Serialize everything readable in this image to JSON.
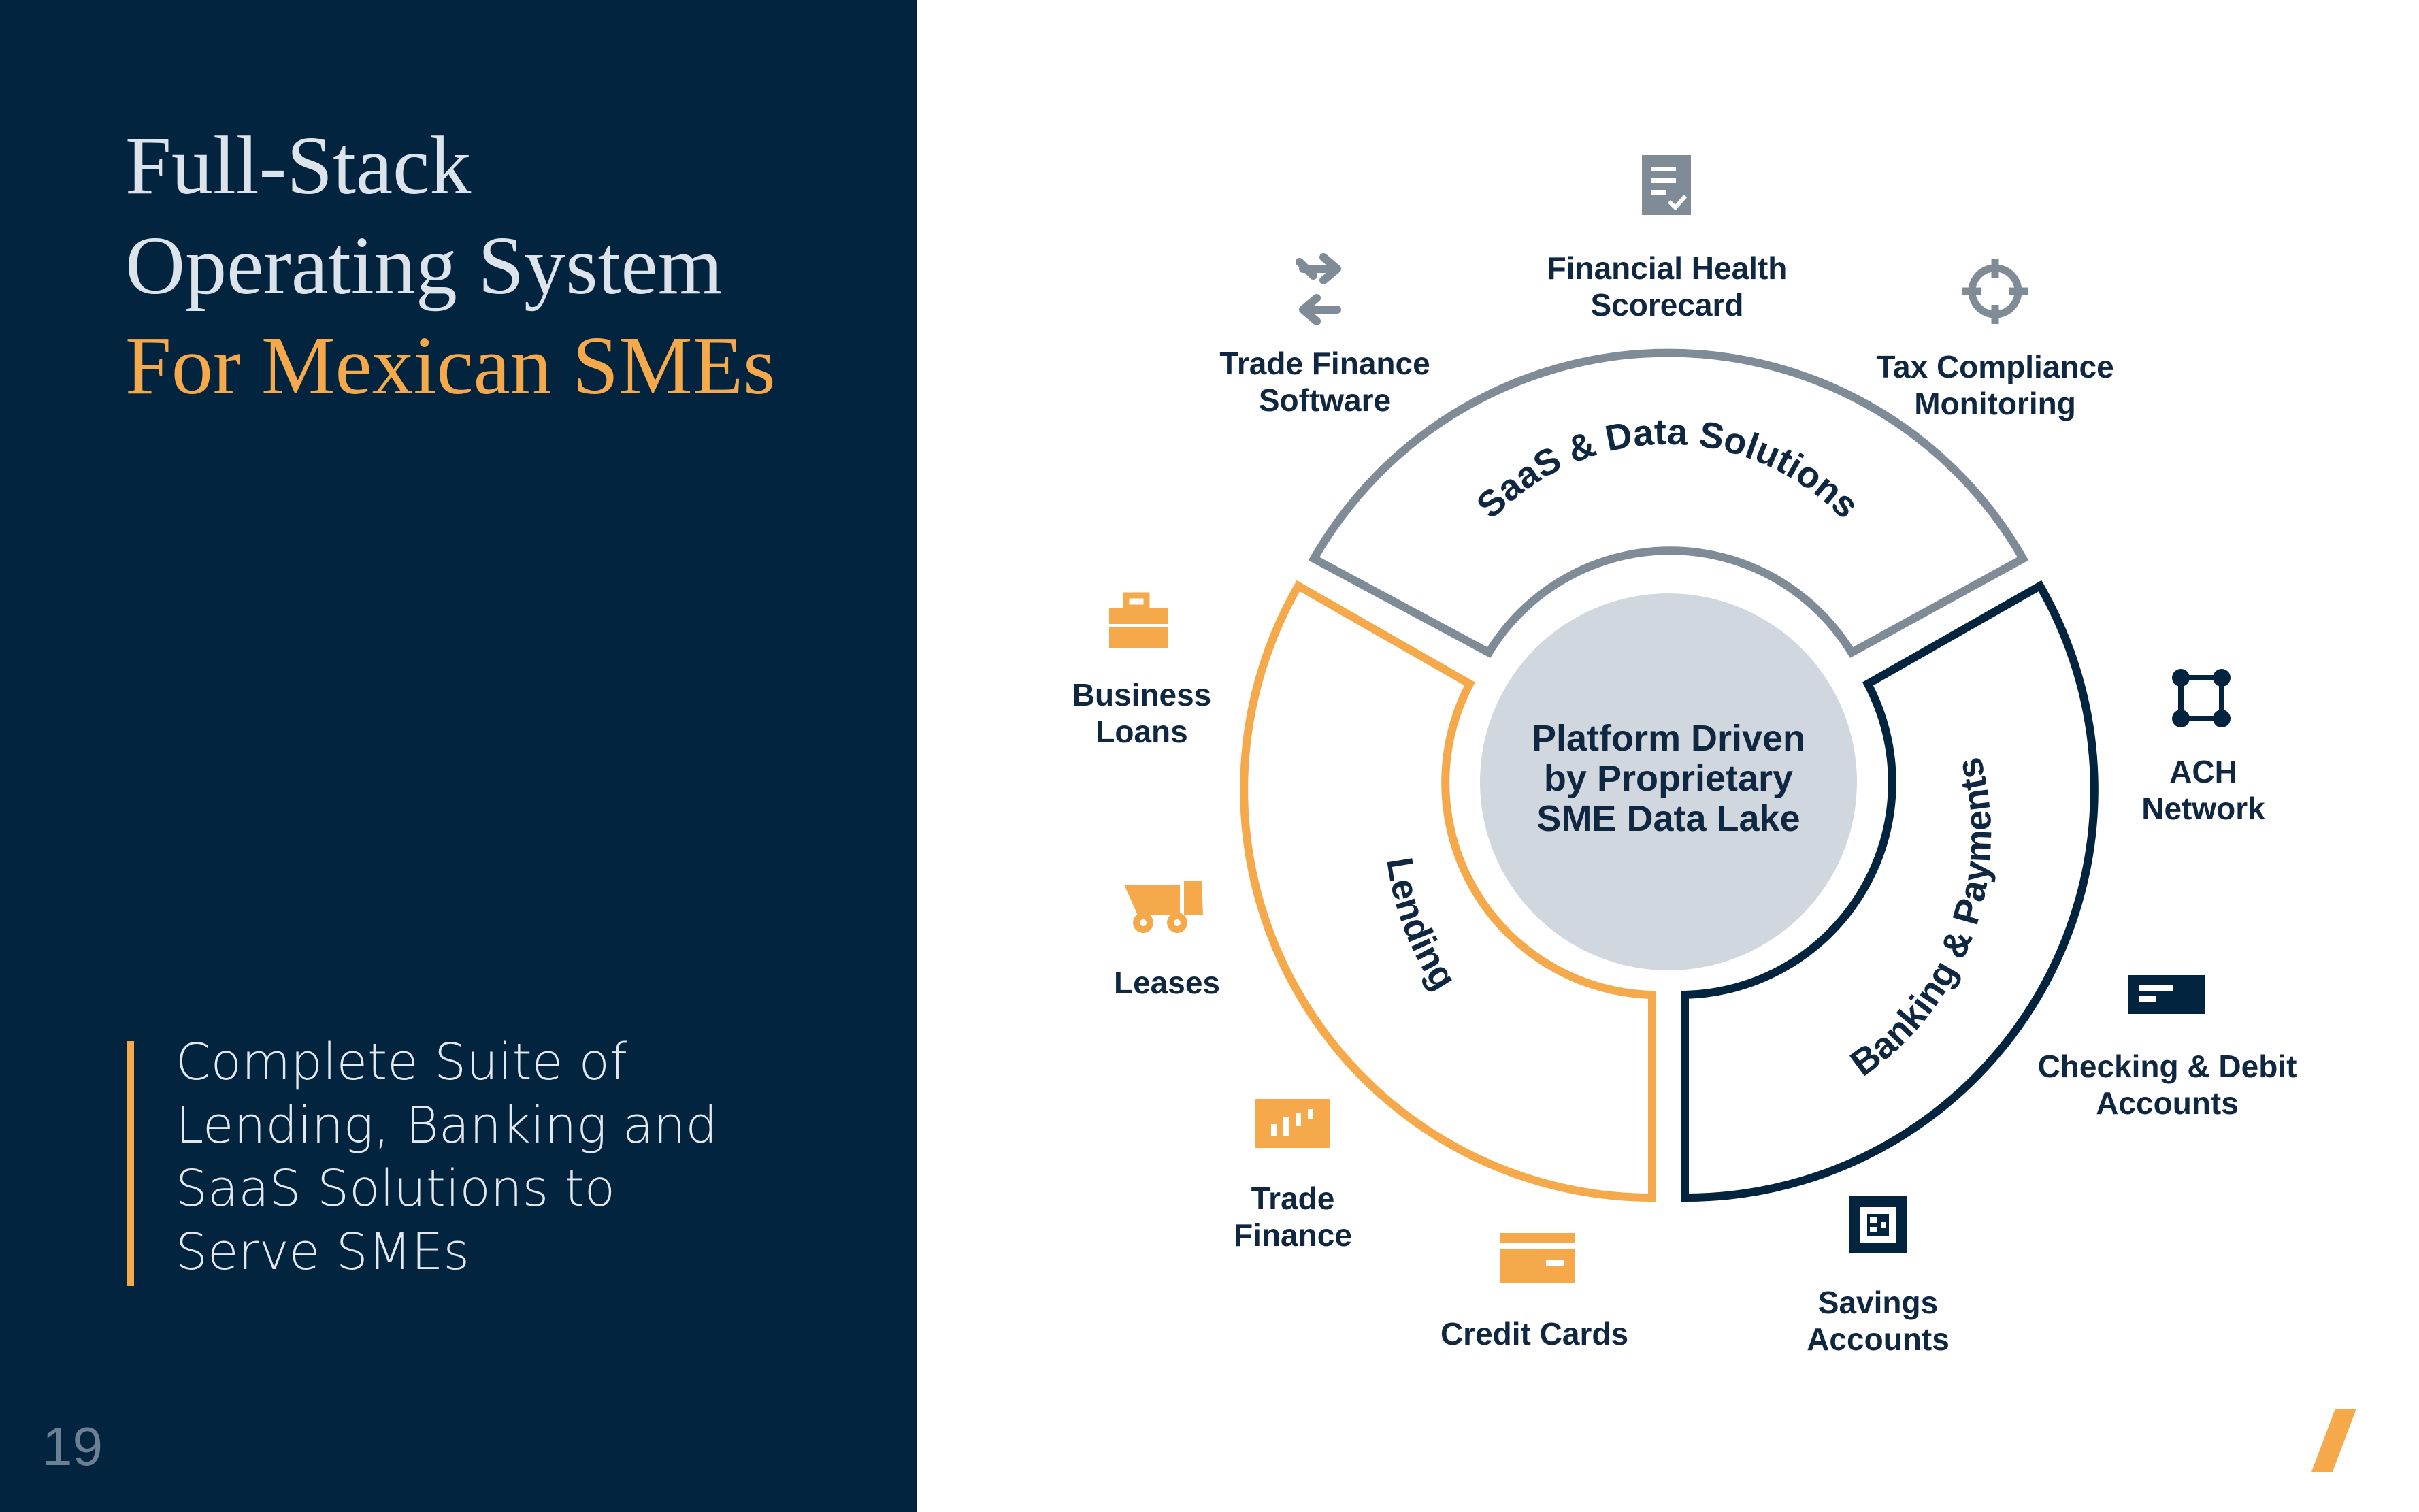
{
  "slide": {
    "title_line1": "Full-Stack",
    "title_line2": "Operating System",
    "title_line3": "For Mexican SMEs",
    "subtitle_line1": "Complete Suite of",
    "subtitle_line2": "Lending, Banking and",
    "subtitle_line3": "SaaS Solutions to",
    "subtitle_line4": "Serve SMEs",
    "page_number": "19"
  },
  "diagram": {
    "center": {
      "line1": "Platform Driven",
      "line2": "by Proprietary",
      "line3": "SME Data Lake"
    },
    "segments": {
      "saas": "SaaS & Data Solutions",
      "lending": "Lending",
      "banking": "Banking & Payments"
    },
    "saas_items": {
      "trade_finance_software": {
        "line1": "Trade Finance",
        "line2": "Software",
        "icon": "arrows-exchange-icon"
      },
      "financial_health": {
        "line1": "Financial Health",
        "line2": "Scorecard",
        "icon": "document-check-icon"
      },
      "tax_compliance": {
        "line1": "Tax Compliance",
        "line2": "Monitoring",
        "icon": "crosshair-icon"
      }
    },
    "lending_items": {
      "business_loans": {
        "line1": "Business",
        "line2": "Loans",
        "icon": "briefcase-icon"
      },
      "leases": {
        "line1": "Leases",
        "icon": "truck-icon"
      },
      "trade_finance": {
        "line1": "Trade",
        "line2": "Finance",
        "icon": "bar-chart-icon"
      },
      "credit_cards": {
        "line1": "Credit Cards",
        "icon": "credit-card-icon"
      }
    },
    "banking_items": {
      "ach": {
        "line1": "ACH",
        "line2": "Network",
        "icon": "network-nodes-icon"
      },
      "checking": {
        "line1": "Checking & Debit",
        "line2": "Accounts",
        "icon": "debit-card-icon"
      },
      "savings": {
        "line1": "Savings",
        "line2": "Accounts",
        "icon": "safe-icon"
      }
    },
    "colors": {
      "navy": "#03243f",
      "orange": "#f5a94a",
      "gray": "#7f8c98",
      "center_fill": "#d1d7de"
    }
  }
}
